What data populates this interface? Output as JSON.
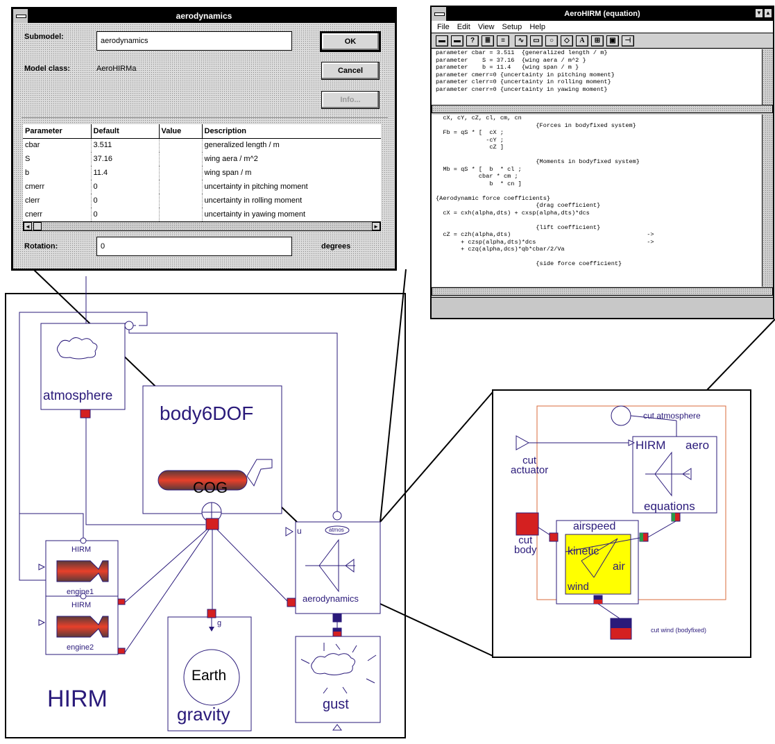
{
  "dialog": {
    "title": "aerodynamics",
    "submodel_label": "Submodel:",
    "submodel_value": "aerodynamics",
    "model_class_label": "Model class:",
    "model_class_value": "AeroHIRMa",
    "ok_label": "OK",
    "cancel_label": "Cancel",
    "info_label": "Info...",
    "columns": [
      "Parameter",
      "Default",
      "Value",
      "Description"
    ],
    "rows": [
      {
        "parameter": "cbar",
        "default": "3.511",
        "value": "",
        "description": "generalized length / m"
      },
      {
        "parameter": "S",
        "default": "37.16",
        "value": "",
        "description": "wing aera / m^2"
      },
      {
        "parameter": "b",
        "default": "11.4",
        "value": "",
        "description": "wing span / m"
      },
      {
        "parameter": "cmerr",
        "default": "0",
        "value": "",
        "description": "uncertainty in pitching moment"
      },
      {
        "parameter": "clerr",
        "default": "0",
        "value": "",
        "description": "uncertainty in rolling moment"
      },
      {
        "parameter": "cnerr",
        "default": "0",
        "value": "",
        "description": "uncertainty in yawing moment"
      }
    ],
    "rotation_label": "Rotation:",
    "rotation_value": "0",
    "rotation_unit": "degrees"
  },
  "editor": {
    "title": "AeroHIRM (equation)",
    "menu": [
      "File",
      "Edit",
      "View",
      "Setup",
      "Help"
    ],
    "toolbar_icons": [
      "box-icon",
      "box-icon",
      "help-icon",
      "list-icon",
      "list-icon",
      "line-icon",
      "rectangle-icon",
      "ellipse-icon",
      "polygon-icon",
      "text-icon",
      "grid-icon",
      "component-icon",
      "connector-icon"
    ],
    "toolbar_text_glyph": "A",
    "toolbar_help_glyph": "?",
    "parameters_code": "parameter cbar = 3.511  {generalized length / m}\nparameter    S = 37.16  {wing aera / m^2 }\nparameter    b = 11.4   {wing span / m }\nparameter cmerr=0 {uncertainty in pitching moment}\nparameter clerr=0 {uncertainty in rolling moment}\nparameter cnerr=0 {uncertainty in yawing moment}",
    "equations_code": "  cX, cY, cZ, cl, cm, cn\n                            {Forces in bodyfixed system}\n  Fb = qS * [  cX ;\n              -cY ;\n               cZ ]\n\n                            {Moments in bodyfixed system}\n  Mb = qS * [  b  * cl ;\n            cbar * cm ;\n               b  * cn ]\n\n{Aerodynamic force coefficients}\n                            {drag coefficient}\n  cX = cxh(alpha,dts) + cxsp(alpha,dts)*dcs\n\n                            {lift coefficient}\n  cZ = czh(alpha,dts)                                      ->\n       + czsp(alpha,dts)*dcs                               ->\n       + czq(alpha,dcs)*qb*cbar/2/Va\n\n                            {side force coefficient}"
  },
  "hirm_diagram": {
    "title": "HIRM",
    "atmosphere_label": "atmosphere",
    "body_label": "body6DOF",
    "cog_label": "COG",
    "engine1_tag": "HIRM",
    "engine1_label": "engine1",
    "engine2_tag": "HIRM",
    "engine2_label": "engine2",
    "aero_input_label": "u",
    "aero_atmos_label": "atmos",
    "aero_label": "aerodynamics",
    "gravity_port_label": "g",
    "earth_label": "Earth",
    "gravity_label": "gravity",
    "gust_label": "gust"
  },
  "aero_detail": {
    "cut_atmosphere_label": "cut  atmosphere",
    "cut_actuator_label": "cut\nactuator",
    "hirm_label": "HIRM",
    "aero_label": "aero",
    "equations_label": "equations",
    "cut_body_label": "cut\nbody",
    "airspeed_label": "airspeed",
    "kinetic_label": "kinetic",
    "air_label": "air",
    "wind_label": "wind",
    "cut_wind_label": "cut wind (bodyfixed)"
  },
  "colors": {
    "diagram_line": "#2a1a7a",
    "connector_red": "#d42020",
    "engine_red": "#e03a2a",
    "airspeed_yellow": "#ffff00",
    "detail_frame": "#d96a3a"
  }
}
